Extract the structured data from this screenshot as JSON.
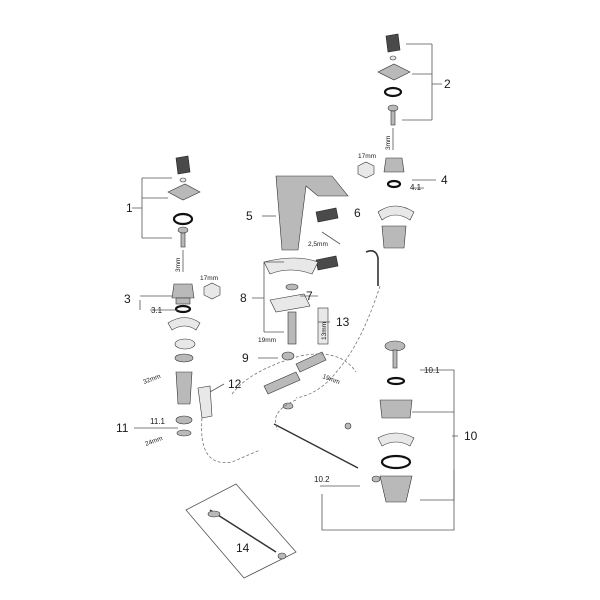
{
  "callouts": {
    "c1": "1",
    "c2": "2",
    "c3": "3",
    "c4": "4",
    "c5": "5",
    "c6": "6",
    "c7": "7",
    "c8": "8",
    "c9": "9",
    "c10": "10",
    "c11": "11",
    "c12": "12",
    "c13": "13",
    "c14": "14"
  },
  "sub_callouts": {
    "s3_1": "3.1",
    "s4_1": "4.1",
    "s10_1": "10.1",
    "s10_2": "10.2",
    "s11_1": "11.1"
  },
  "dimensions": {
    "d17_left": "17mm",
    "d17_right": "17mm",
    "d3_left": "3mm",
    "d3_right": "3mm",
    "d2_5": "2,5mm",
    "d13": "13mm",
    "d19_a": "19mm",
    "d19_b": "19mm",
    "d32": "32mm",
    "d24": "24mm"
  },
  "colors": {
    "line": "#555555",
    "part": "#b9b9b9",
    "dark": "#4a4a4a"
  }
}
